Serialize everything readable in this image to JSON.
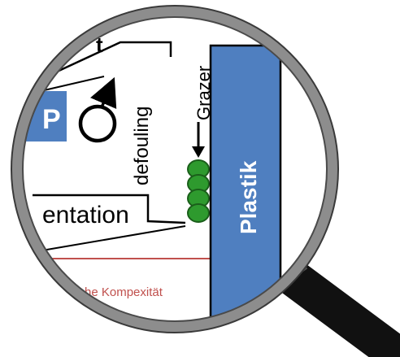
{
  "labels": {
    "plastic": "Plastik",
    "grazer": "Grazer",
    "defouling": "defouling",
    "orientation_fragment": "entation",
    "complexity_fragment": "he Kompexität",
    "box_fragment": "P",
    "top_fragment": "t"
  },
  "colors": {
    "plastic_fill": "#4f7fc0",
    "box_fill": "#4f7fc0",
    "grazer_fill": "#2e9a2e",
    "complexity_text": "#c0504d",
    "complexity_border": "#c0504d",
    "lens_rim": "#8d8d8d",
    "handle": "#111111",
    "line": "#000000"
  },
  "icons": {
    "rotation": "circular-arrow-icon",
    "grazer_pointer": "down-arrow-icon",
    "magnifier": "magnifying-glass-icon"
  }
}
